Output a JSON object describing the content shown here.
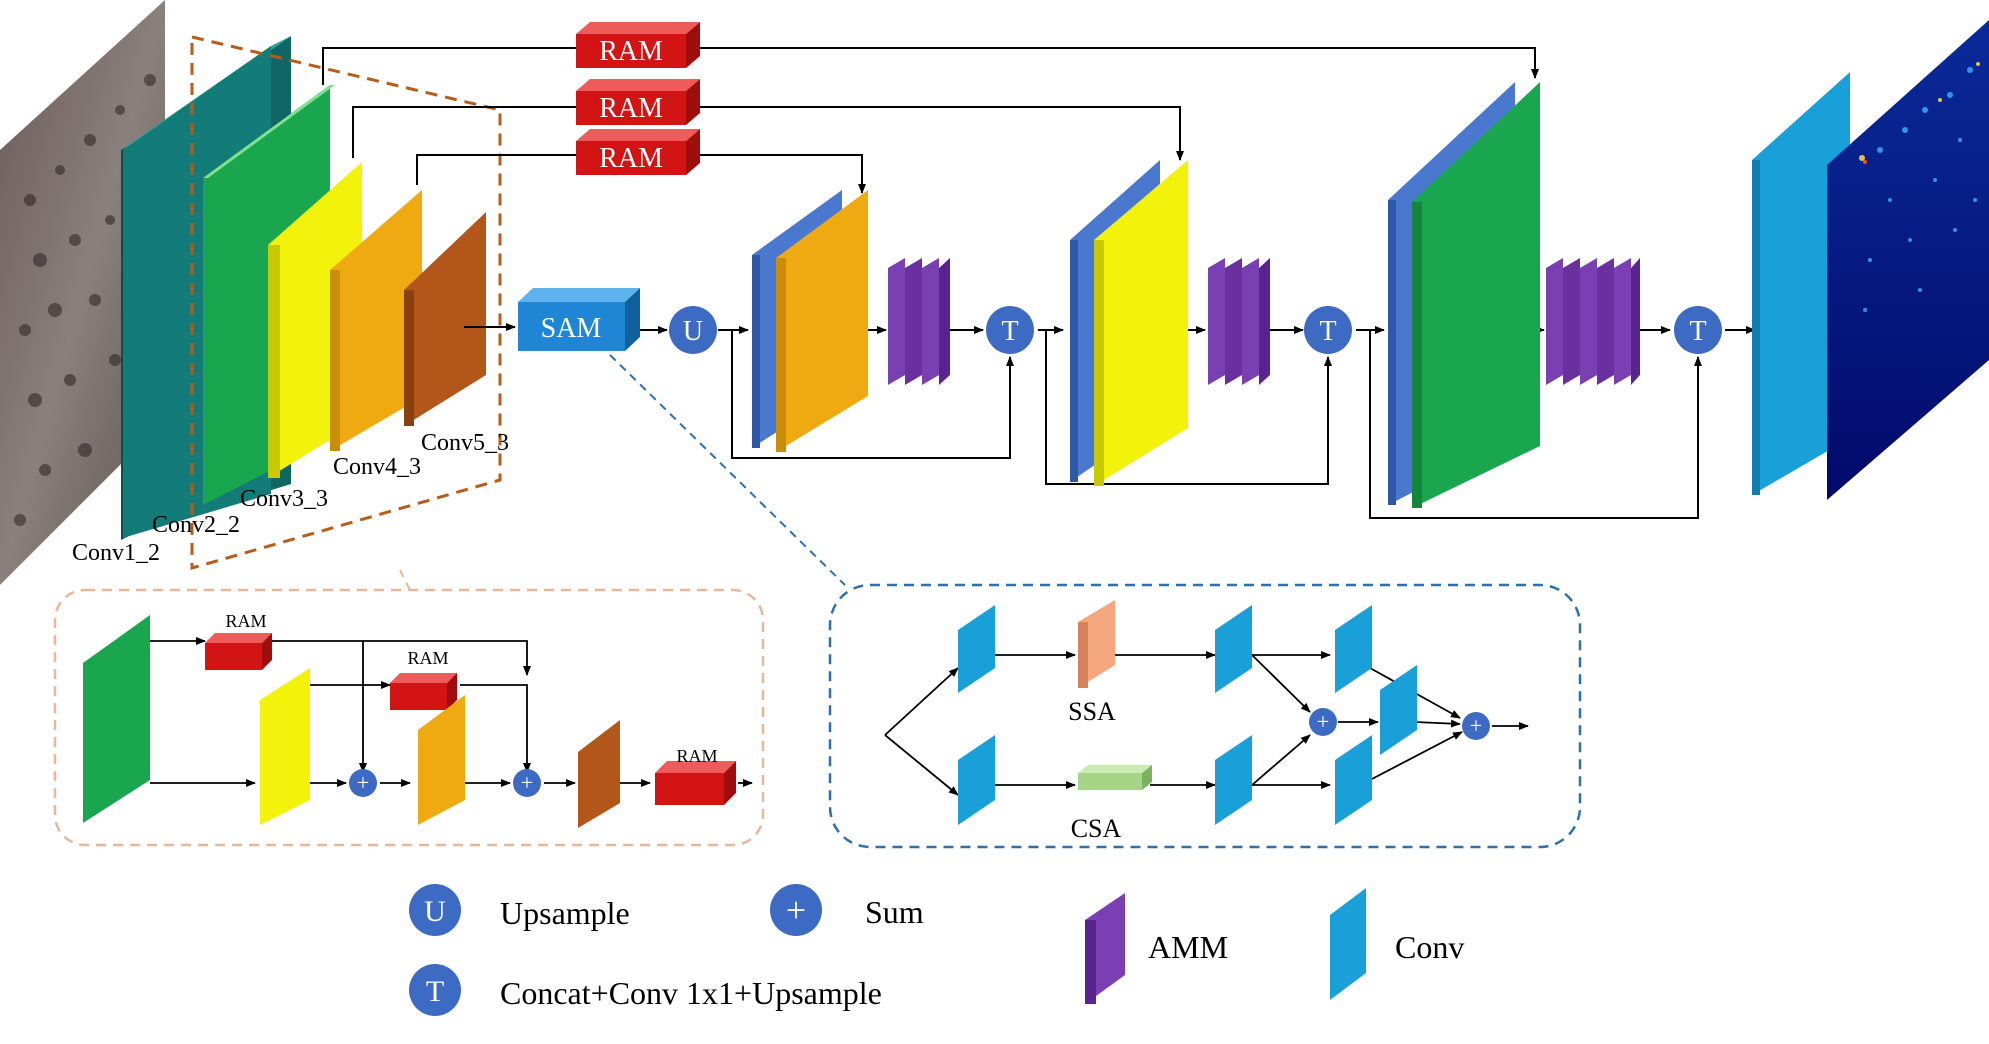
{
  "encoder": {
    "layers": [
      {
        "id": "conv1",
        "label": "Conv1_2",
        "color": "#137c78"
      },
      {
        "id": "conv2",
        "label": "Conv2_2",
        "color": "#1aa64f"
      },
      {
        "id": "conv3",
        "label": "Conv3_3",
        "color": "#f2f20a"
      },
      {
        "id": "conv4",
        "label": "Conv4_3",
        "color": "#eeaa10"
      },
      {
        "id": "conv5",
        "label": "Conv5_3",
        "color": "#b2561a"
      }
    ]
  },
  "top": {
    "ram_labels": [
      "RAM",
      "RAM",
      "RAM"
    ],
    "sam_label": "SAM",
    "u_label": "U",
    "t_labels": [
      "T",
      "T",
      "T"
    ]
  },
  "inset_left": {
    "ram_labels": [
      "RAM",
      "RAM",
      "RAM"
    ]
  },
  "inset_right": {
    "ssa_label": "SSA",
    "csa_label": "CSA"
  },
  "legend": {
    "upsample_symbol": "U",
    "upsample_label": "Upsample",
    "sum_label": "Sum",
    "t_symbol": "T",
    "t_label": "Concat+Conv 1x1+Upsample",
    "amm_label": "AMM",
    "conv_label": "Conv"
  },
  "colors": {
    "ram": "#d21414",
    "circle": "#3d6bc4",
    "sam": "#1f86d6",
    "decoder_blue": "#4a78cf",
    "amm": "#7a3fb2",
    "conv_cyan": "#1aa0d8",
    "ssa": "#f4a77e",
    "csa": "#a6d58a",
    "encoder_dash": "#b85c1a",
    "inset_left_border": "#e5b79b",
    "inset_right_border": "#2f6fae"
  }
}
